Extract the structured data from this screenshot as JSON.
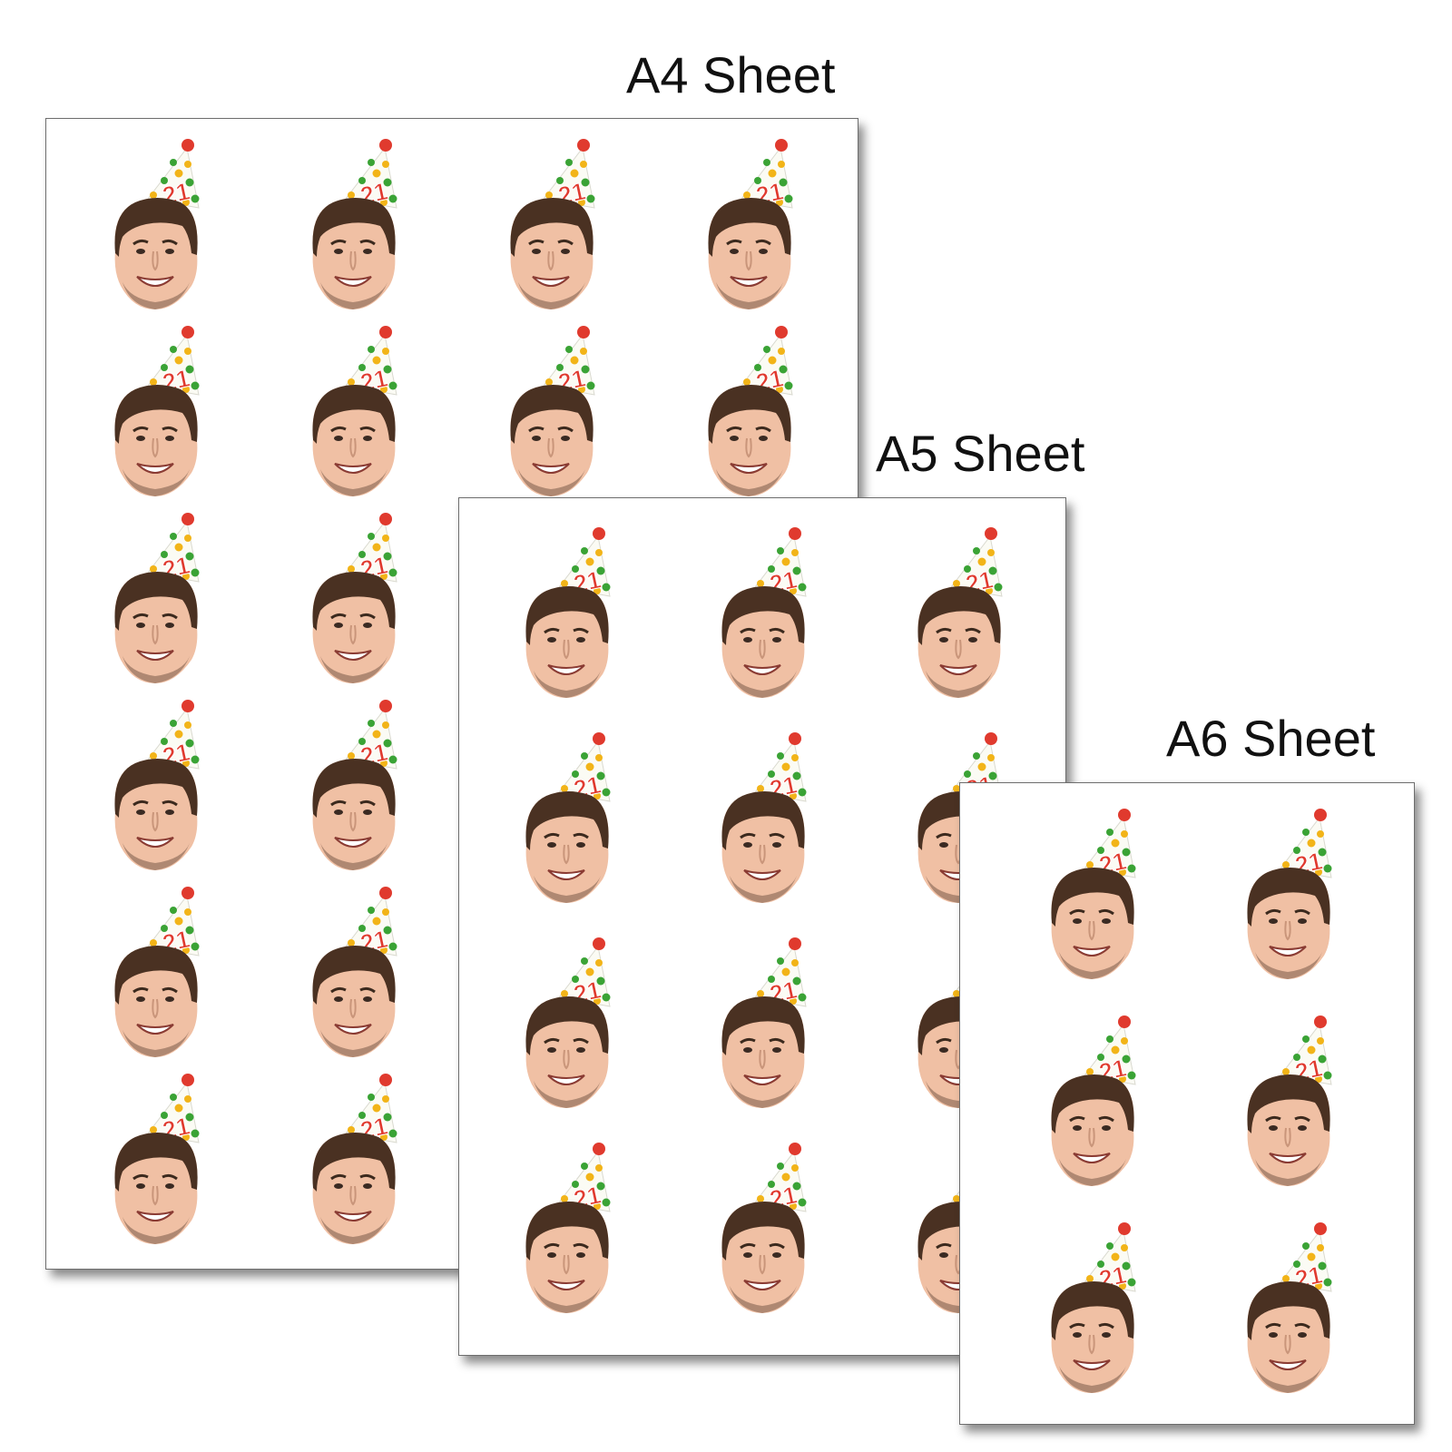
{
  "sheets": [
    {
      "id": "a4",
      "label": "A4 Sheet",
      "columns": 4,
      "rows": 6
    },
    {
      "id": "a5",
      "label": "A5 Sheet",
      "columns": 3,
      "rows": 4
    },
    {
      "id": "a6",
      "label": "A6 Sheet",
      "columns": 2,
      "rows": 3
    }
  ],
  "hat_number": "21",
  "colors": {
    "hat_red": "#e03a2e",
    "hat_green": "#3aa335",
    "hat_yellow": "#f2b418",
    "hair": "#4a3122",
    "skin": "#f0c0a4"
  }
}
